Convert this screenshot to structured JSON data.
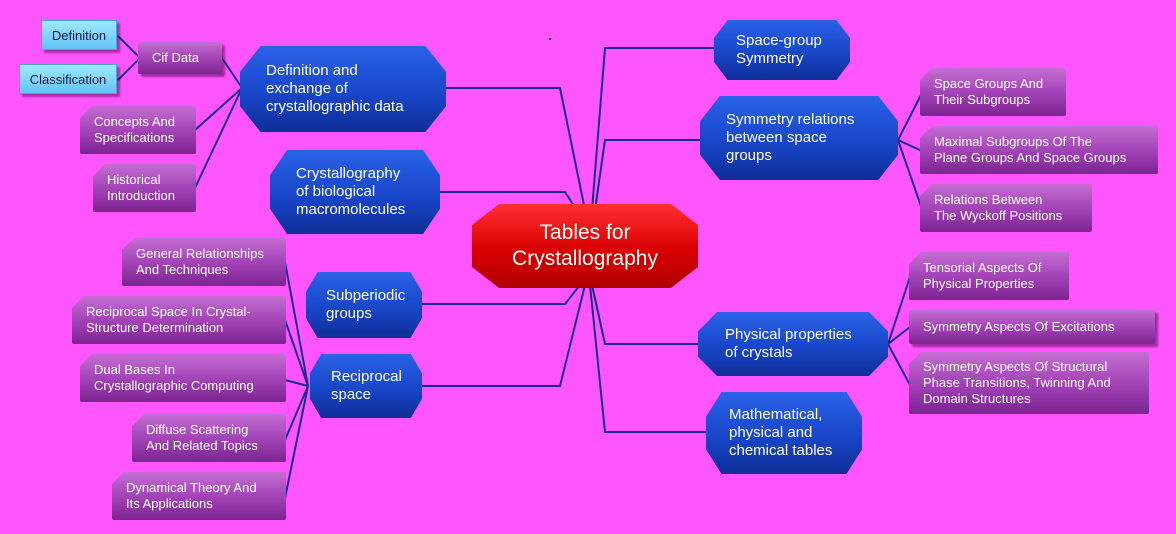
{
  "central": "Tables for\nCrystallography",
  "main_topics": {
    "definition_exchange": "Definition and\nexchange of\ncrystallographic data",
    "biological": "Crystallography\nof biological\nmacromolecules",
    "subperiodic": "Subperiodic\ngroups",
    "reciprocal": "Reciprocal\nspace",
    "space_group_symmetry": "Space-group\nSymmetry",
    "symmetry_relations": "Symmetry relations\nbetween space\ngroups",
    "physical_properties": "Physical properties\nof crystals",
    "mathematical_tables": "Mathematical,\nphysical and\nchemical tables"
  },
  "subtopics": {
    "cif_data": "Cif Data",
    "concepts": "Concepts And\nSpecifications",
    "historical": "Historical\nIntroduction",
    "general_relationships": "General Relationships\nAnd Techniques",
    "reciprocal_structure": "Reciprocal Space In Crystal-\nStructure Determination",
    "dual_bases": "Dual Bases In\nCrystallographic Computing",
    "diffuse_scattering": "Diffuse Scattering\nAnd Related Topics",
    "dynamical_theory": "Dynamical Theory And\nIts Applications",
    "space_groups_subgroups": "Space Groups And\nTheir Subgroups",
    "maximal_subgroups": "Maximal Subgroups Of The\nPlane Groups And Space Groups",
    "wyckoff_relations": "Relations Between\nThe Wyckoff Positions",
    "tensorial_aspects": "Tensorial Aspects Of\nPhysical Properties",
    "excitations": "Symmetry Aspects Of Excitations",
    "structural_transitions": "Symmetry Aspects Of Structural\nPhase Transitions, Twinning And\nDomain Structures"
  },
  "leaves": {
    "definition": "Definition",
    "classification": "Classification"
  },
  "colors": {
    "background": "#ff55ff",
    "central": "#e00000",
    "main_topic": "#1846c8",
    "subtopic": "#a040b4",
    "leaf": "#7fd4ff",
    "connector": "#1a2a8a"
  }
}
